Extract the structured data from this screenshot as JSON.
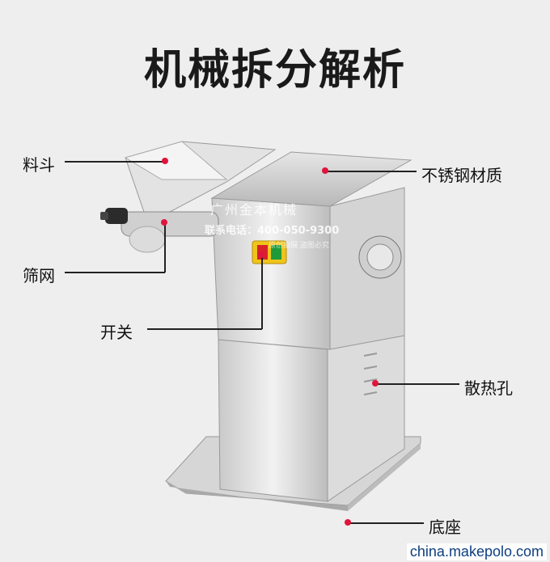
{
  "title": "机械拆分解析",
  "labels": {
    "hopper": "料斗",
    "material": "不锈钢材质",
    "screen": "筛网",
    "switch": "开关",
    "vent": "散热孔",
    "base": "底座"
  },
  "watermark": {
    "company": "广州金本机械",
    "phone": "联系电话：400-050-9300",
    "note": "原创拍摄 盗图必究"
  },
  "site": "china.makepolo.com",
  "colors": {
    "marker": "#e0143c",
    "switch_red": "#d8222a",
    "switch_green": "#1f9a3b"
  }
}
